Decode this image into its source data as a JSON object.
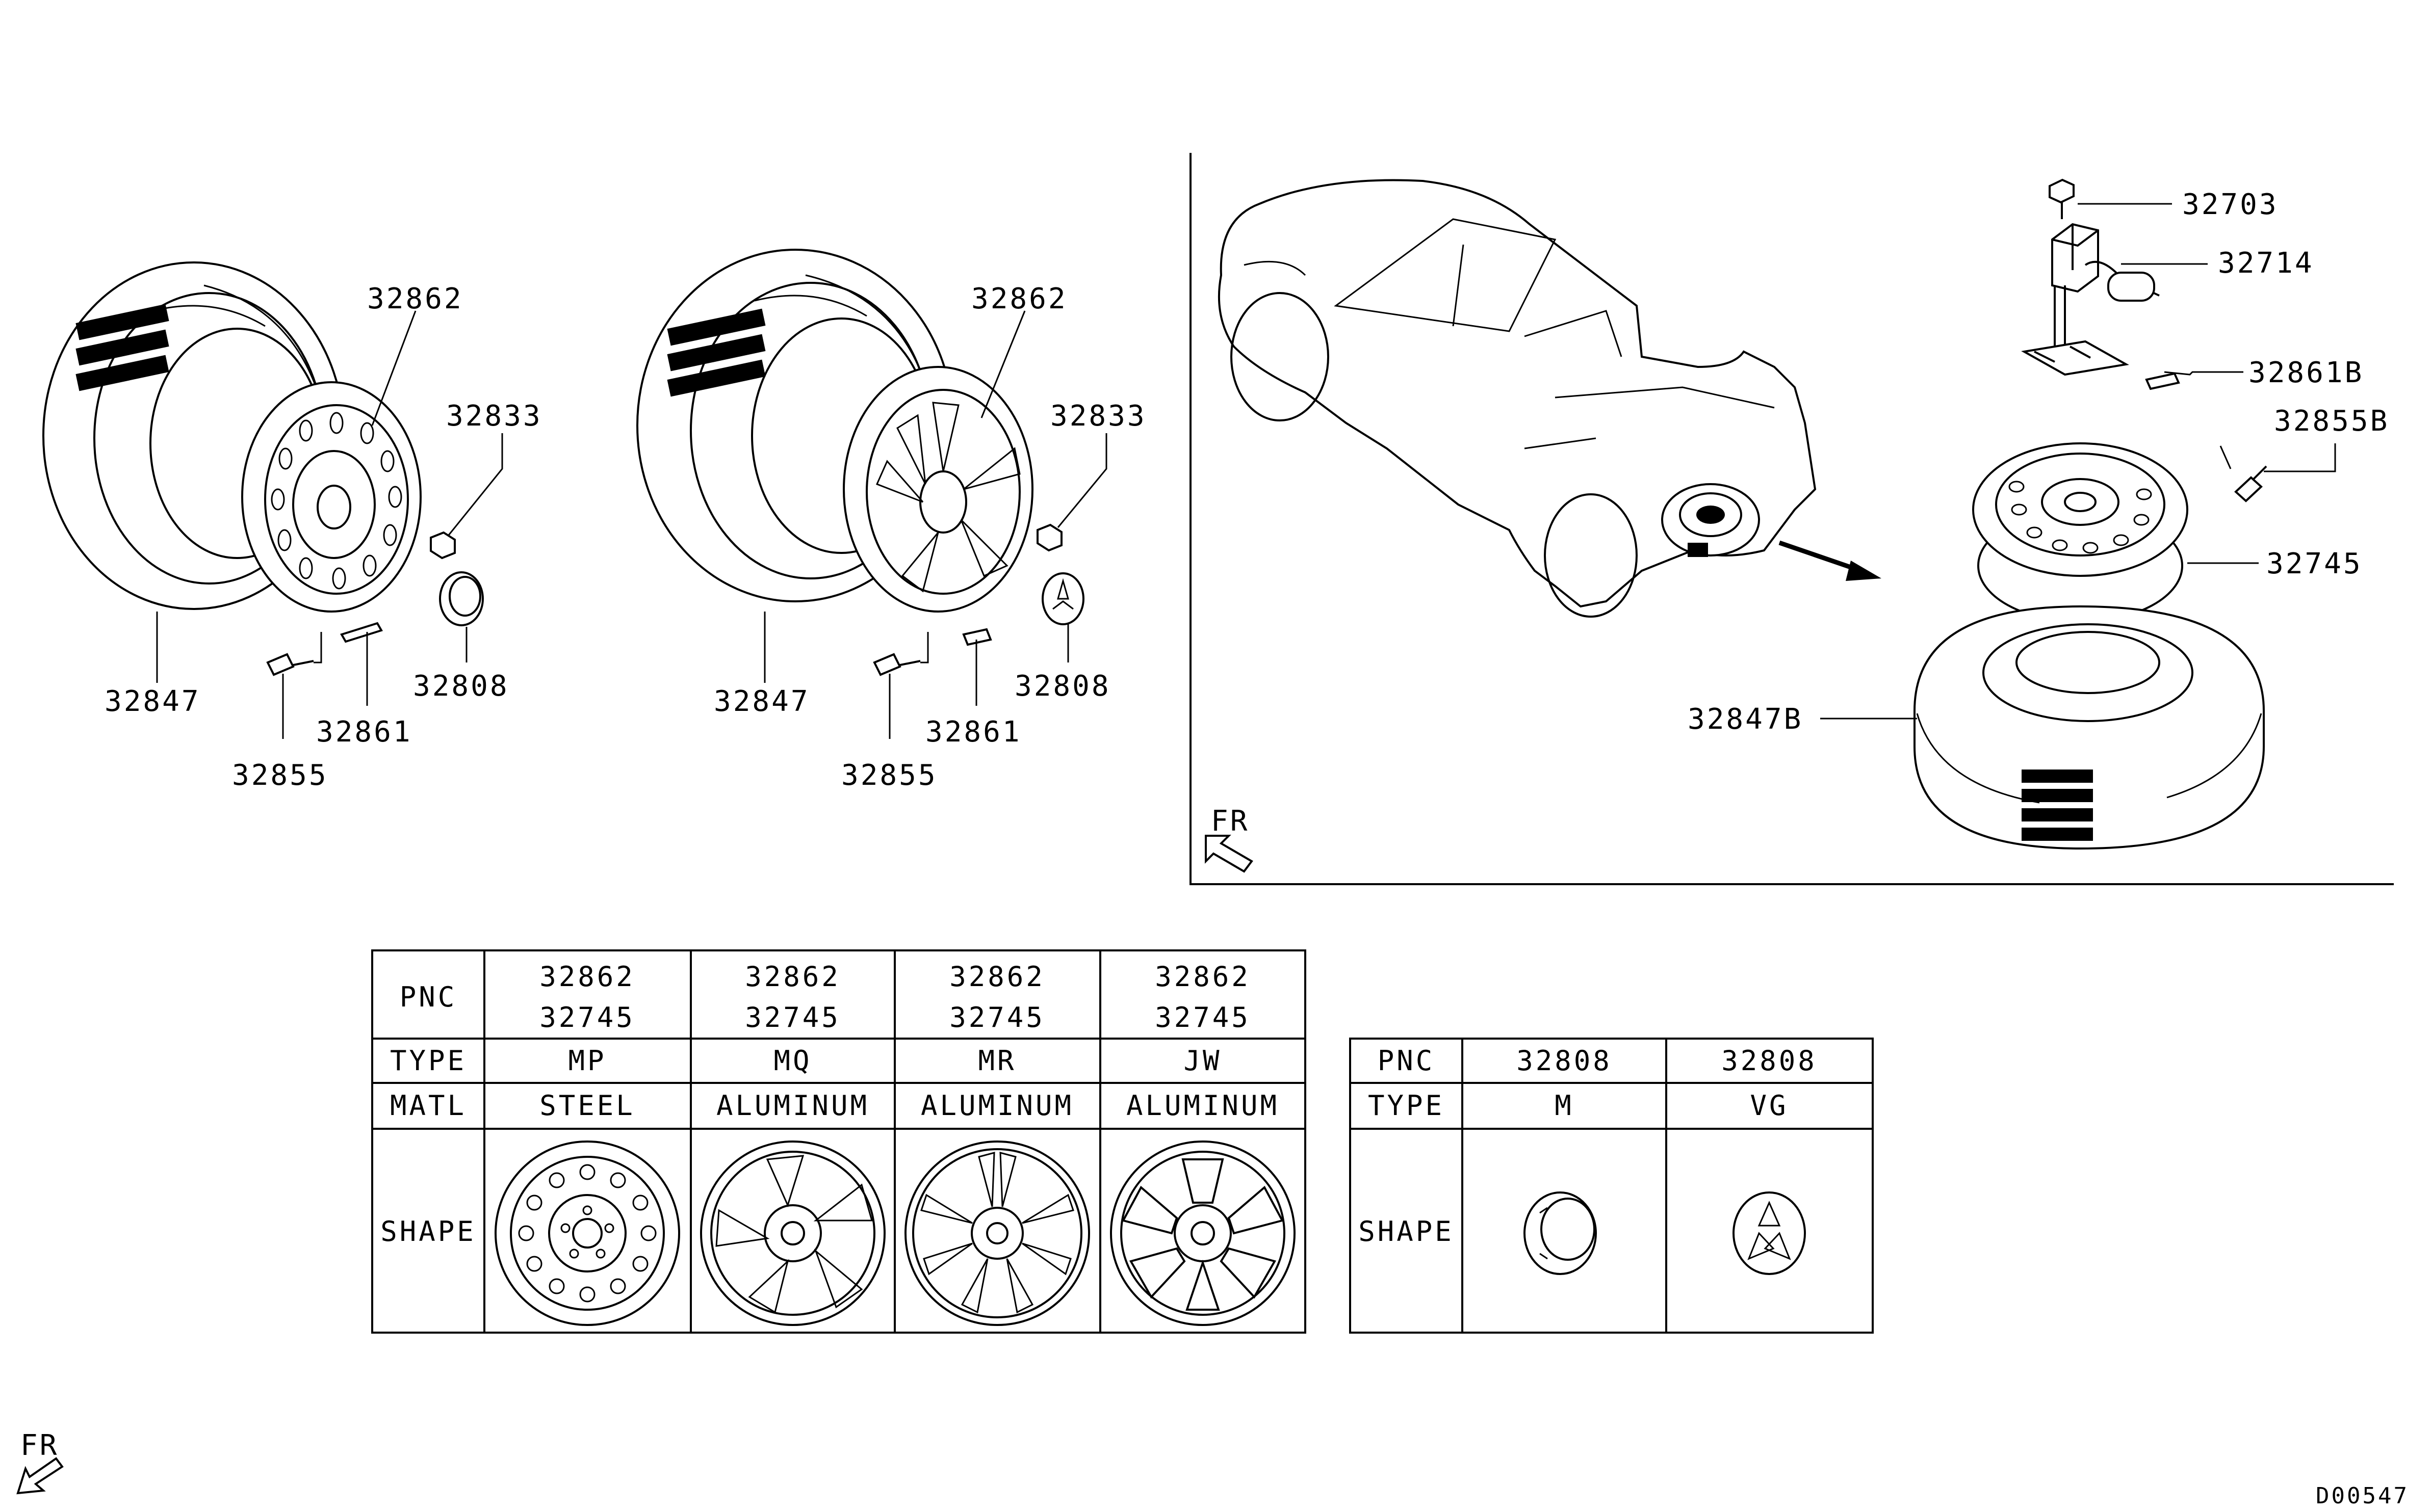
{
  "diagram_code": "D00547",
  "fr_label": "FR",
  "callouts": {
    "steel_assembly": {
      "tire": "32847",
      "wheel": "32862",
      "nut": "32833",
      "cap": "32808",
      "weight": "32861",
      "valve": "32855"
    },
    "alloy_assembly": {
      "tire": "32847",
      "wheel": "32862",
      "nut": "32833",
      "cap": "32808",
      "weight": "32861",
      "valve": "32855"
    },
    "spare_assembly": {
      "bolt": "32703",
      "carrier": "32714",
      "weight": "32861B",
      "valve": "32855B",
      "wheel": "32745",
      "tire": "32847B"
    }
  },
  "wheel_table": {
    "headers": {
      "pnc": "PNC",
      "type": "TYPE",
      "matl": "MATL",
      "shape": "SHAPE"
    },
    "columns": [
      {
        "pnc1": "32862",
        "pnc2": "32745",
        "type": "MP",
        "matl": "STEEL",
        "icon": "steel-wheel-icon"
      },
      {
        "pnc1": "32862",
        "pnc2": "32745",
        "type": "MQ",
        "matl": "ALUMINUM",
        "icon": "alloy-wheel-mq-icon"
      },
      {
        "pnc1": "32862",
        "pnc2": "32745",
        "type": "MR",
        "matl": "ALUMINUM",
        "icon": "alloy-wheel-mr-icon"
      },
      {
        "pnc1": "32862",
        "pnc2": "32745",
        "type": "JW",
        "matl": "ALUMINUM",
        "icon": "alloy-wheel-jw-icon"
      }
    ]
  },
  "cap_table": {
    "headers": {
      "pnc": "PNC",
      "type": "TYPE",
      "shape": "SHAPE"
    },
    "columns": [
      {
        "pnc": "32808",
        "type": "M",
        "icon": "center-cap-m-icon"
      },
      {
        "pnc": "32808",
        "type": "VG",
        "icon": "center-cap-vg-icon"
      }
    ]
  }
}
